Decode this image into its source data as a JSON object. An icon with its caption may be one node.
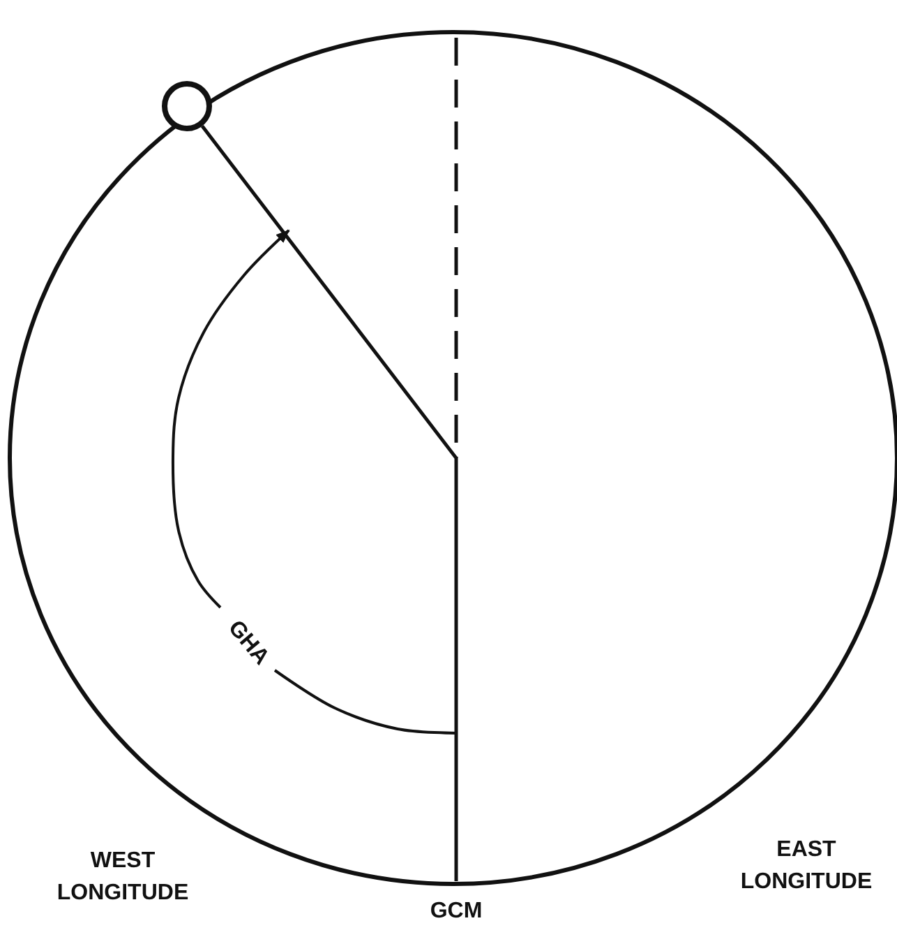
{
  "diagram": {
    "nodes": [
      {
        "text": [],
        "shape": "circle"
      }
    ],
    "labels": [
      "GHA",
      "WEST LONGITUDE",
      "GCM",
      "EAST LONGITUDE"
    ]
  }
}
